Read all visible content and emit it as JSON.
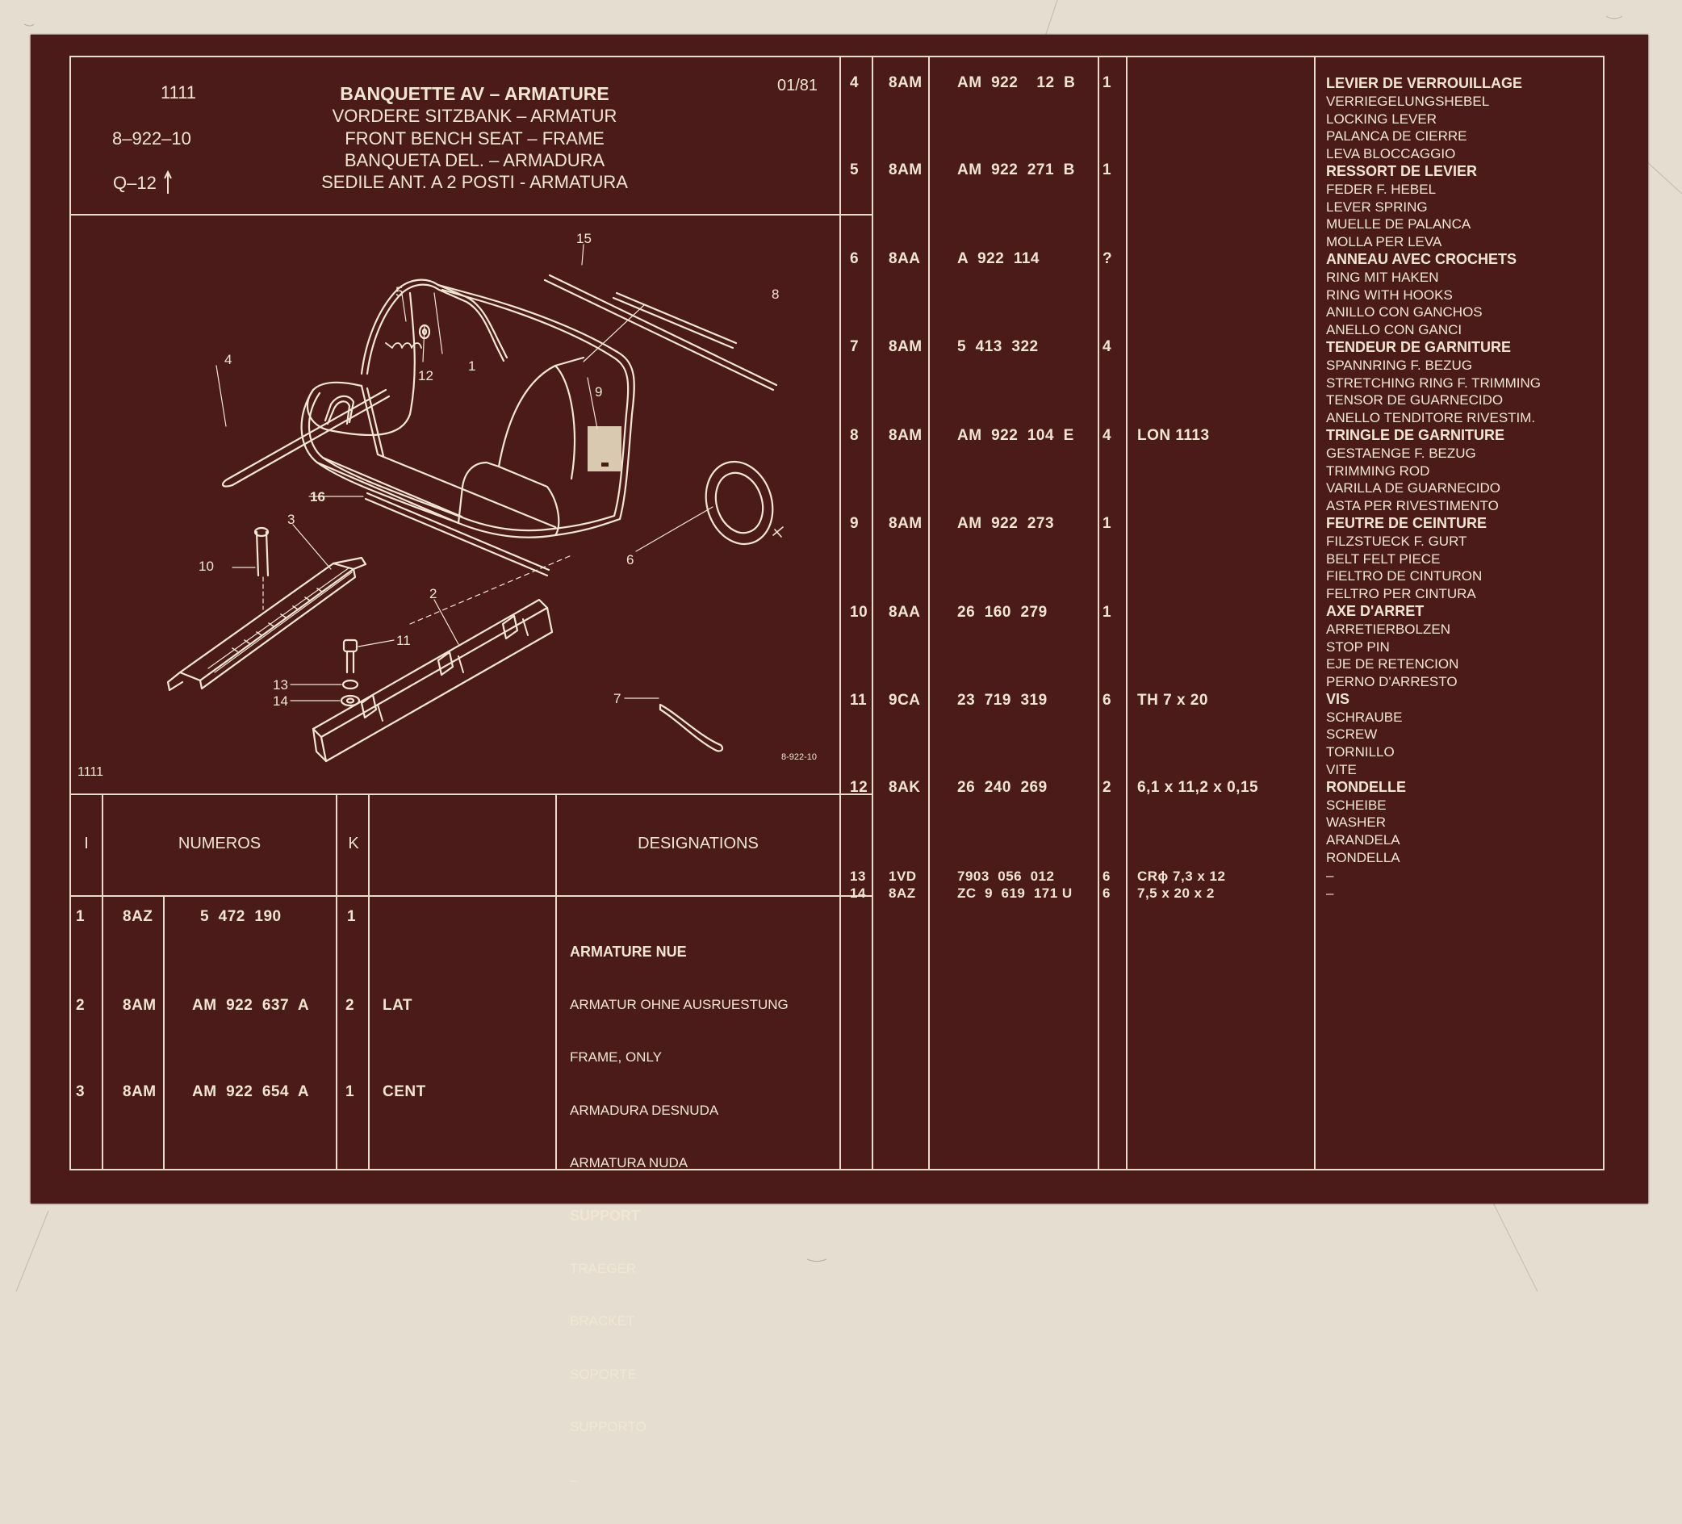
{
  "header": {
    "code_top": "1111",
    "code_mid": "8–922–10",
    "code_bottom": "Q–12",
    "date": "01/81",
    "titles": [
      "BANQUETTE AV – ARMATURE",
      "VORDERE SITZBANK – ARMATUR",
      "FRONT BENCH SEAT – FRAME",
      "BANQUETA DEL. – ARMADURA",
      "SEDILE ANT. A 2 POSTI - ARMATURA"
    ]
  },
  "diagram": {
    "label_bottom_left": "1111",
    "label_bottom_right": "8-922-10",
    "callouts": [
      "1",
      "2",
      "3",
      "4",
      "5",
      "6",
      "7",
      "8",
      "9",
      "10",
      "11",
      "12",
      "13",
      "14",
      "15",
      "16"
    ]
  },
  "table_header": {
    "col_i": "I",
    "col_numeros": "NUMEROS",
    "col_k": "K",
    "col_designations": "DESIGNATIONS"
  },
  "left_rows": [
    {
      "i": "1",
      "code": "8AZ",
      "number": "5  472  190",
      "k": "1",
      "note": "",
      "desc": [
        "ARMATURE NUE",
        "ARMATUR OHNE AUSRUESTUNG",
        "FRAME, ONLY",
        "ARMADURA DESNUDA",
        "ARMATURA NUDA"
      ]
    },
    {
      "i": "2",
      "code": "8AM",
      "number": "AM  922  637  A",
      "k": "2",
      "note": "LAT",
      "desc": [
        "SUPPORT",
        "TRAEGER",
        "BRACKET",
        "SOPORTE",
        "SUPPORTO"
      ]
    },
    {
      "i": "3",
      "code": "8AM",
      "number": "AM  922  654  A",
      "k": "1",
      "note": "CENT",
      "desc": [
        "–"
      ]
    }
  ],
  "right_rows": [
    {
      "i": "4",
      "code": "8AM",
      "number": "AM  922    12  B",
      "k": "1",
      "note": ""
    },
    {
      "i": "5",
      "code": "8AM",
      "number": "AM  922  271  B",
      "k": "1",
      "note": ""
    },
    {
      "i": "6",
      "code": "8AA",
      "number": "A  922  114",
      "k": "?",
      "note": ""
    },
    {
      "i": "7",
      "code": "8AM",
      "number": "5  413  322",
      "k": "4",
      "note": ""
    },
    {
      "i": "8",
      "code": "8AM",
      "number": "AM  922  104  E",
      "k": "4",
      "note": "LON 1113"
    },
    {
      "i": "9",
      "code": "8AM",
      "number": "AM  922  273",
      "k": "1",
      "note": ""
    },
    {
      "i": "10",
      "code": "8AA",
      "number": "26  160  279",
      "k": "1",
      "note": ""
    },
    {
      "i": "11",
      "code": "9CA",
      "number": "23  719  319",
      "k": "6",
      "note": "TH 7 x 20"
    },
    {
      "i": "12",
      "code": "8AK",
      "number": "26  240  269",
      "k": "2",
      "note": "6,1 x 11,2 x 0,15"
    },
    {
      "i": "13",
      "code": "1VD",
      "number": "7903  056  012",
      "k": "6",
      "note": "CRϕ 7,3 x 12"
    },
    {
      "i": "14",
      "code": "8AZ",
      "number": "ZC  9  619  171 U",
      "k": "6",
      "note": "7,5 x 20 x 2"
    }
  ],
  "right_desc": [
    "LEVIER DE VERROUILLAGE",
    "VERRIEGELUNGSHEBEL",
    "LOCKING LEVER",
    "PALANCA DE CIERRE",
    "LEVA BLOCCAGGIO",
    "RESSORT DE LEVIER",
    "FEDER F. HEBEL",
    "LEVER SPRING",
    "MUELLE DE PALANCA",
    "MOLLA PER LEVA",
    "ANNEAU AVEC CROCHETS",
    "RING MIT HAKEN",
    "RING WITH HOOKS",
    "ANILLO CON GANCHOS",
    "ANELLO CON GANCI",
    "TENDEUR DE GARNITURE",
    "SPANNRING F. BEZUG",
    "STRETCHING RING F. TRIMMING",
    "TENSOR DE GUARNECIDO",
    "ANELLO TENDITORE RIVESTIM.",
    "TRINGLE DE GARNITURE",
    "GESTAENGE F. BEZUG",
    "TRIMMING ROD",
    "VARILLA DE GUARNECIDO",
    "ASTA PER RIVESTIMENTO",
    "FEUTRE DE CEINTURE",
    "FILZSTUECK F. GURT",
    "BELT FELT PIECE",
    "FIELTRO DE CINTURON",
    "FELTRO PER CINTURA",
    "AXE D'ARRET",
    "ARRETIERBOLZEN",
    "STOP PIN",
    "EJE DE RETENCION",
    "PERNO D'ARRESTO",
    "VIS",
    "SCHRAUBE",
    "SCREW",
    "TORNILLO",
    "VITE",
    "RONDELLE",
    "SCHEIBE",
    "WASHER",
    "ARANDELA",
    "RONDELLA",
    "–",
    "–"
  ],
  "colors": {
    "sheet": "#4b1b19",
    "ink": "#f2e6d2",
    "paper": "#e4ddd0"
  }
}
